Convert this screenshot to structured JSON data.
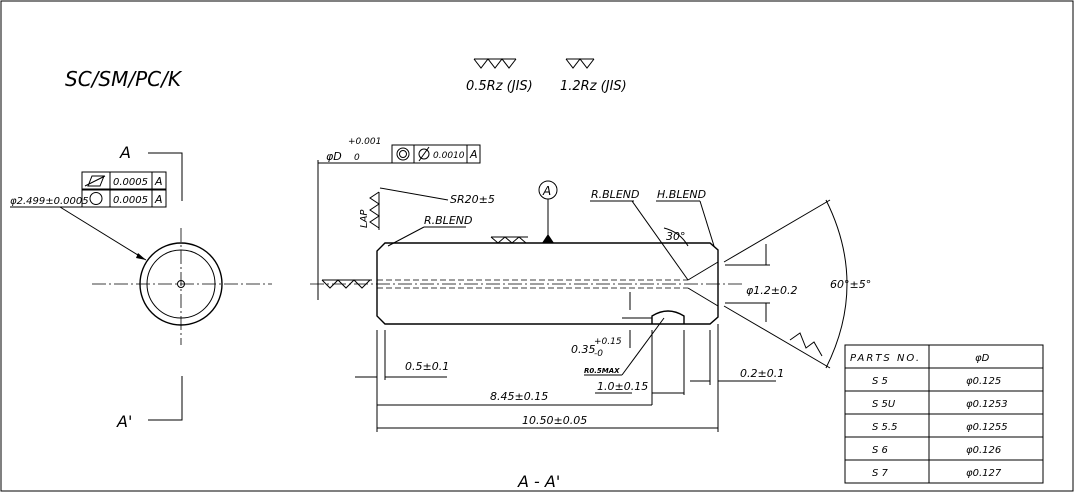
{
  "series_code": "SC/SM/PC/K",
  "roughness": {
    "fine": "0.5Rz (JIS)",
    "medium": "1.2Rz (JIS)"
  },
  "section_view": {
    "label_top": "A",
    "label_bottom": "A'",
    "title": "A - A'"
  },
  "tolerances": {
    "runout_value": "0.0005",
    "circularity_value": "0.0005",
    "datum": "A",
    "outer_dia": "φ2.499±0.0005",
    "bore_upper": "+0.001",
    "bore_label": "φD",
    "bore_lower": "0",
    "coax_value": "0.0010",
    "coax_datum": "A"
  },
  "annotations": {
    "sr": "SR20±5",
    "lap": "LAP",
    "rblend_left": "R.BLEND",
    "datum_a": "A",
    "rblend_right": "R.BLEND",
    "hblend": "H.BLEND",
    "angle_30": "30°",
    "hole_dia": "φ1.2±0.2",
    "cone_angle": "60°±5°",
    "groove_depth_base": "0.35",
    "groove_depth_upper": "+0.15",
    "groove_depth_lower": "-0",
    "r05max": "R0.5MAX"
  },
  "dimensions": {
    "d05": "0.5±0.1",
    "d10": "1.0±0.15",
    "d02": "0.2±0.1",
    "d845": "8.45±0.15",
    "d1050": "10.50±0.05"
  },
  "parts_table": {
    "headers": [
      "PARTS NO.",
      "φD"
    ],
    "rows": [
      [
        "S 5",
        "φ0.125"
      ],
      [
        "S 5U",
        "φ0.1253"
      ],
      [
        "S 5.5",
        "φ0.1255"
      ],
      [
        "S 6",
        "φ0.126"
      ],
      [
        "S 7",
        "φ0.127"
      ]
    ]
  }
}
